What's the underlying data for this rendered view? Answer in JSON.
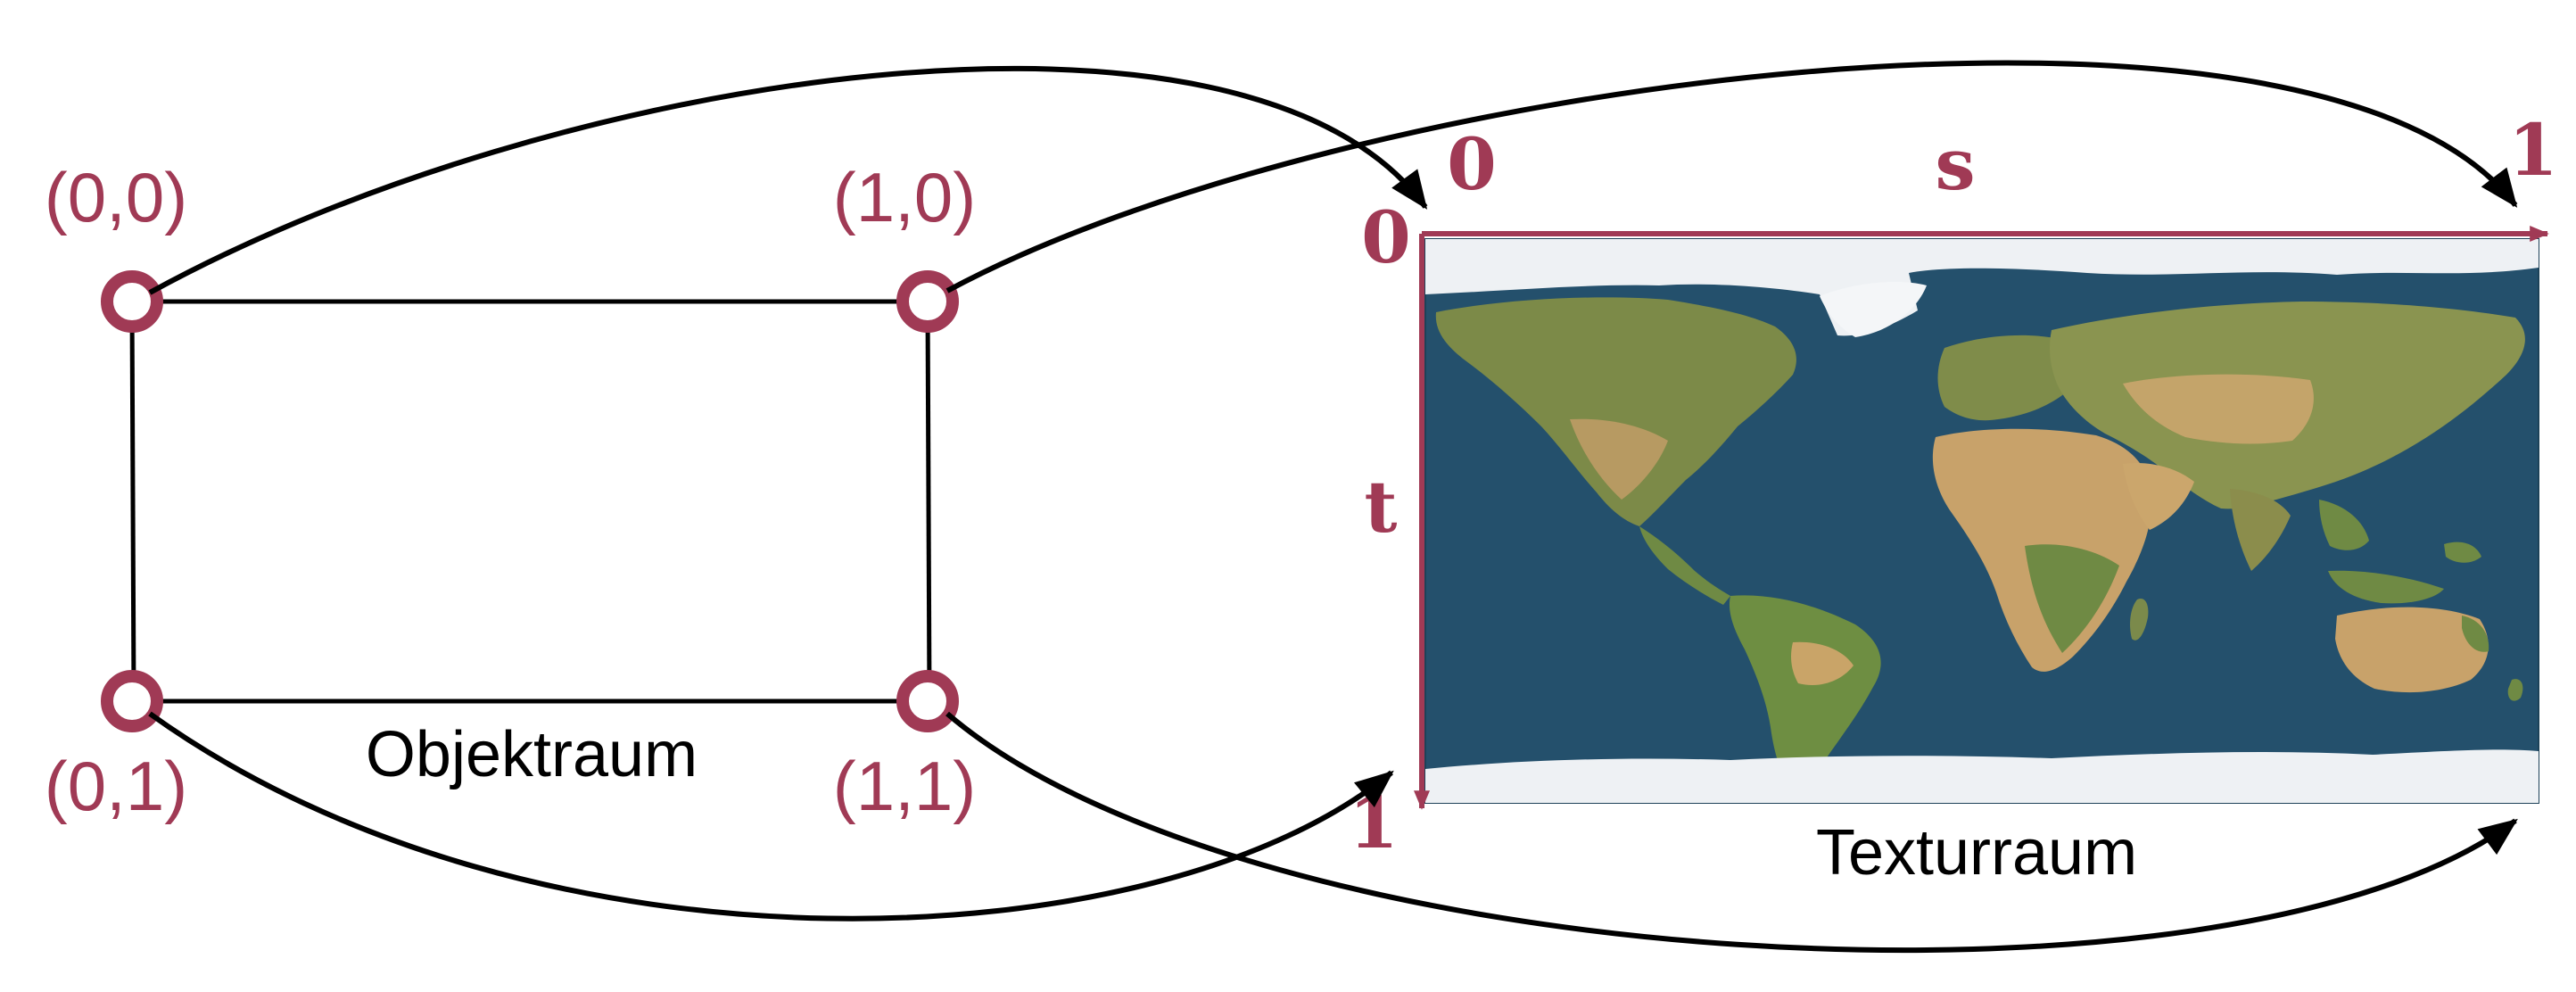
{
  "colors": {
    "accent": "#a03a55",
    "line": "#000000",
    "ocean": "#24506c",
    "land": "#7c8a48",
    "desert": "#c8a26a",
    "ice": "#eef1f4"
  },
  "object_space": {
    "label": "Objektraum",
    "corners": {
      "top_left": "(0,0)",
      "top_right": "(1,0)",
      "bottom_left": "(0,1)",
      "bottom_right": "(1,1)"
    }
  },
  "texture_space": {
    "label": "Texturraum",
    "s_axis": {
      "label": "s",
      "start": "0",
      "end": "1"
    },
    "t_axis": {
      "label": "t",
      "start": "0",
      "end": "1"
    },
    "image": "world-map-icon"
  }
}
